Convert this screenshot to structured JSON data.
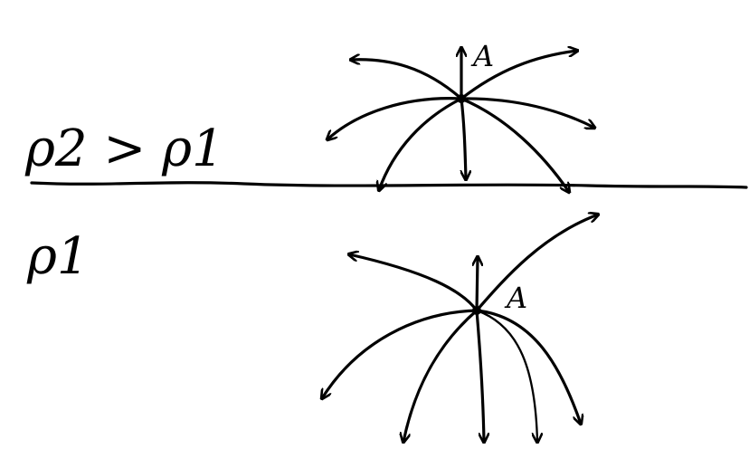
{
  "upper_region_label": "ρ2 > ρ1",
  "lower_region_label": "ρ1",
  "upper_point_label": "A",
  "lower_point_label": "A",
  "colors": {
    "ink": "#000000",
    "background": "#ffffff"
  }
}
